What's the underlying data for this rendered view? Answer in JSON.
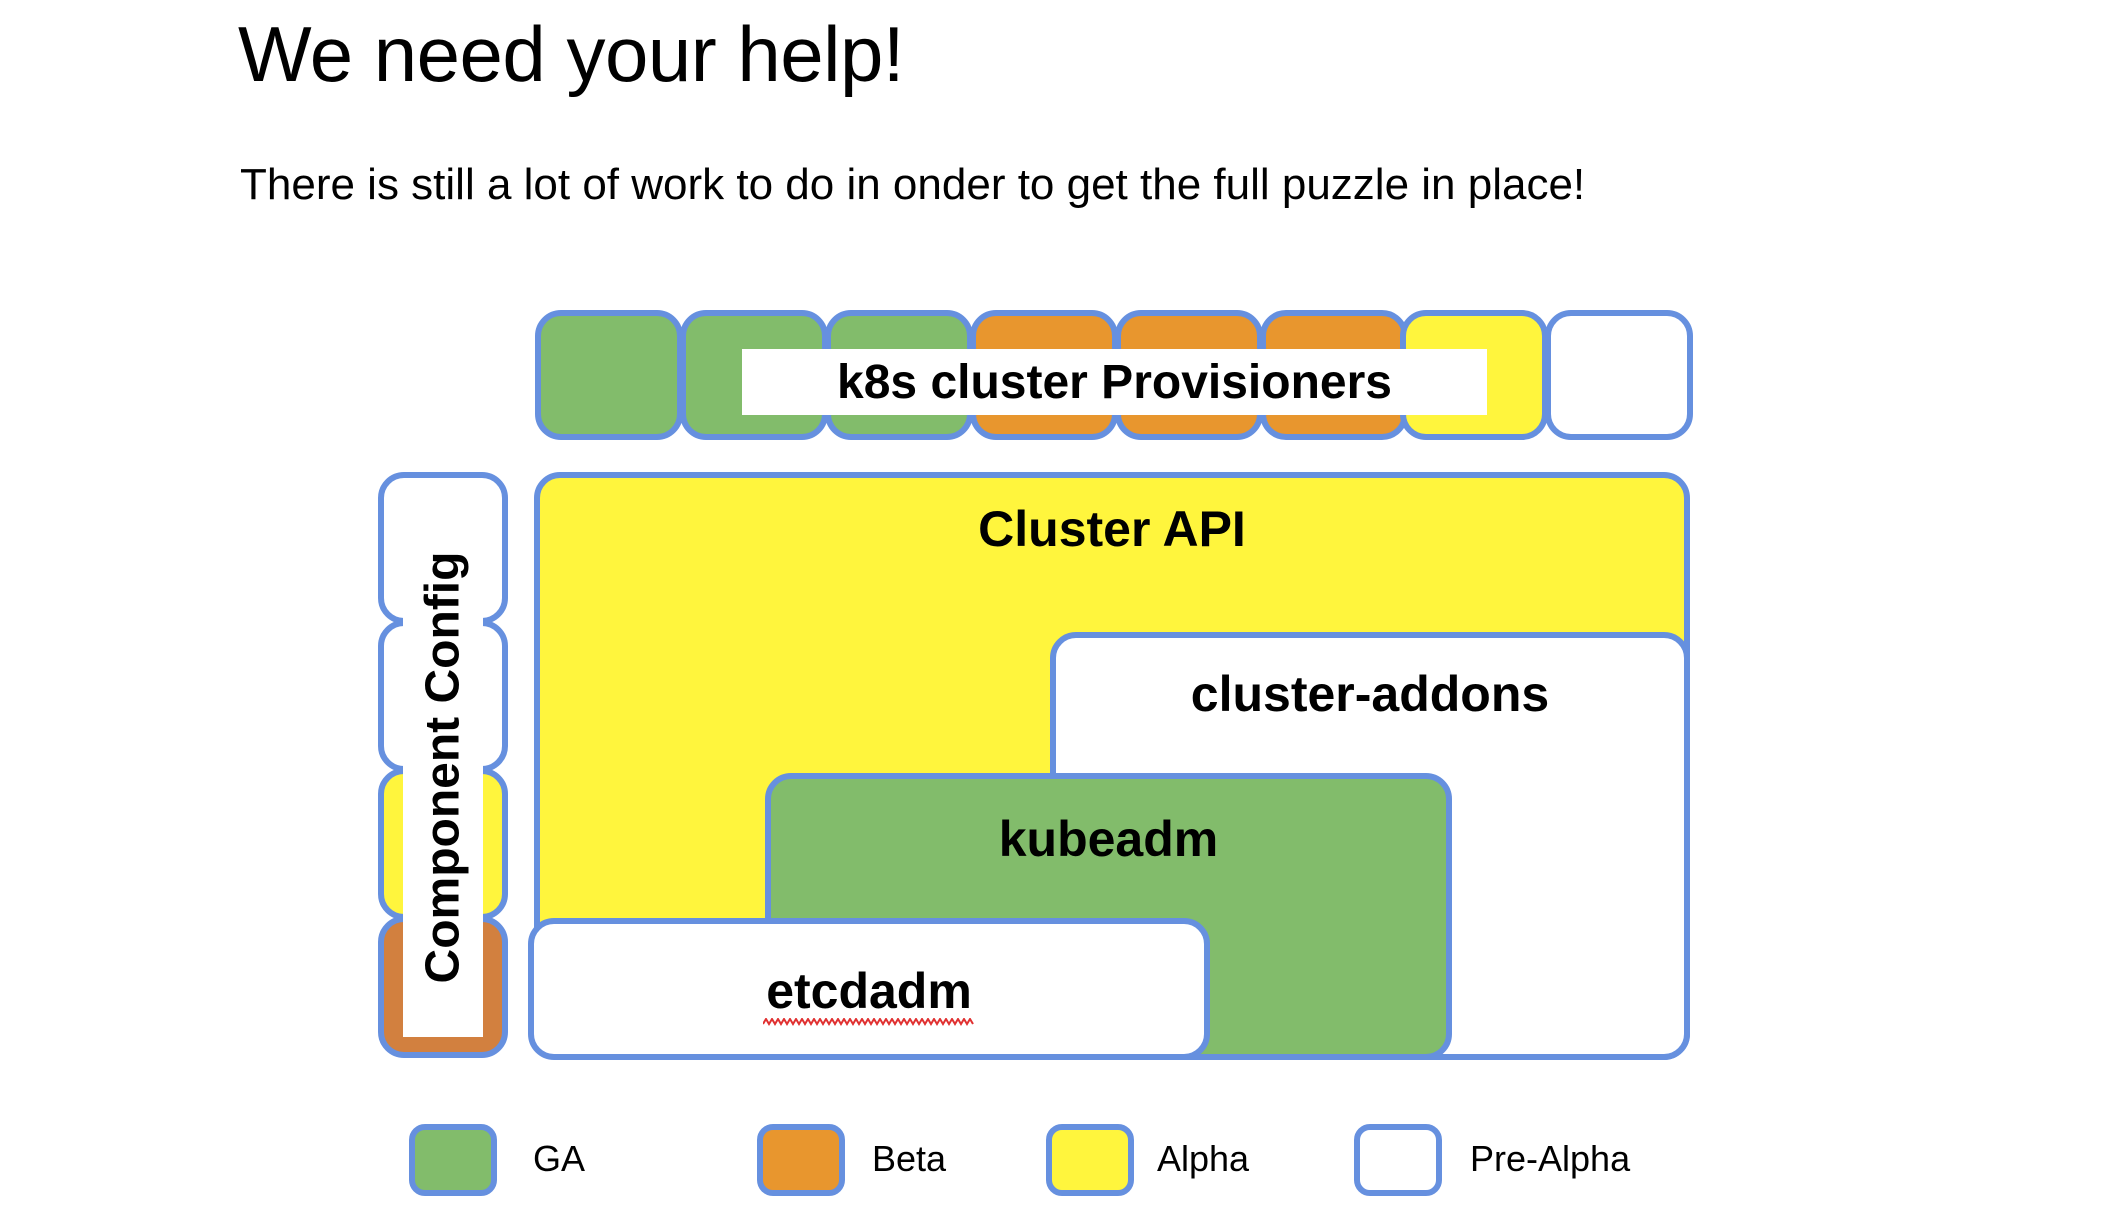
{
  "slide": {
    "title": "We need your help!",
    "subtitle": "There is still a lot of work to do in onder to get the full puzzle in place!"
  },
  "colors": {
    "border": "#6690DF",
    "ga": "#82BC6B",
    "beta": "#E8962E",
    "beta_dark": "#D2803F",
    "alpha": "#FFF53D",
    "pre_alpha": "#FFFFFF",
    "spellcheck": "#E03131"
  },
  "provisioners": {
    "label": "k8s cluster Provisioners",
    "boxes": [
      {
        "status": "GA"
      },
      {
        "status": "GA"
      },
      {
        "status": "GA"
      },
      {
        "status": "Beta"
      },
      {
        "status": "Beta"
      },
      {
        "status": "Beta"
      },
      {
        "status": "Alpha"
      },
      {
        "status": "Pre-Alpha"
      }
    ]
  },
  "component_config": {
    "label": "Component Config",
    "boxes": [
      {
        "status": "Pre-Alpha"
      },
      {
        "status": "Pre-Alpha"
      },
      {
        "status": "Alpha"
      },
      {
        "status": "Beta"
      }
    ]
  },
  "stack": {
    "cluster_api": {
      "label": "Cluster API",
      "status": "Alpha"
    },
    "cluster_addons": {
      "label": "cluster-addons",
      "status": "Pre-Alpha"
    },
    "kubeadm": {
      "label": "kubeadm",
      "status": "GA"
    },
    "etcdadm": {
      "label": "etcdadm",
      "status": "Pre-Alpha",
      "spellchecked": true
    }
  },
  "legend": {
    "items": [
      {
        "label": "GA",
        "status": "GA"
      },
      {
        "label": "Beta",
        "status": "Beta"
      },
      {
        "label": "Alpha",
        "status": "Alpha"
      },
      {
        "label": "Pre-Alpha",
        "status": "Pre-Alpha"
      }
    ]
  }
}
